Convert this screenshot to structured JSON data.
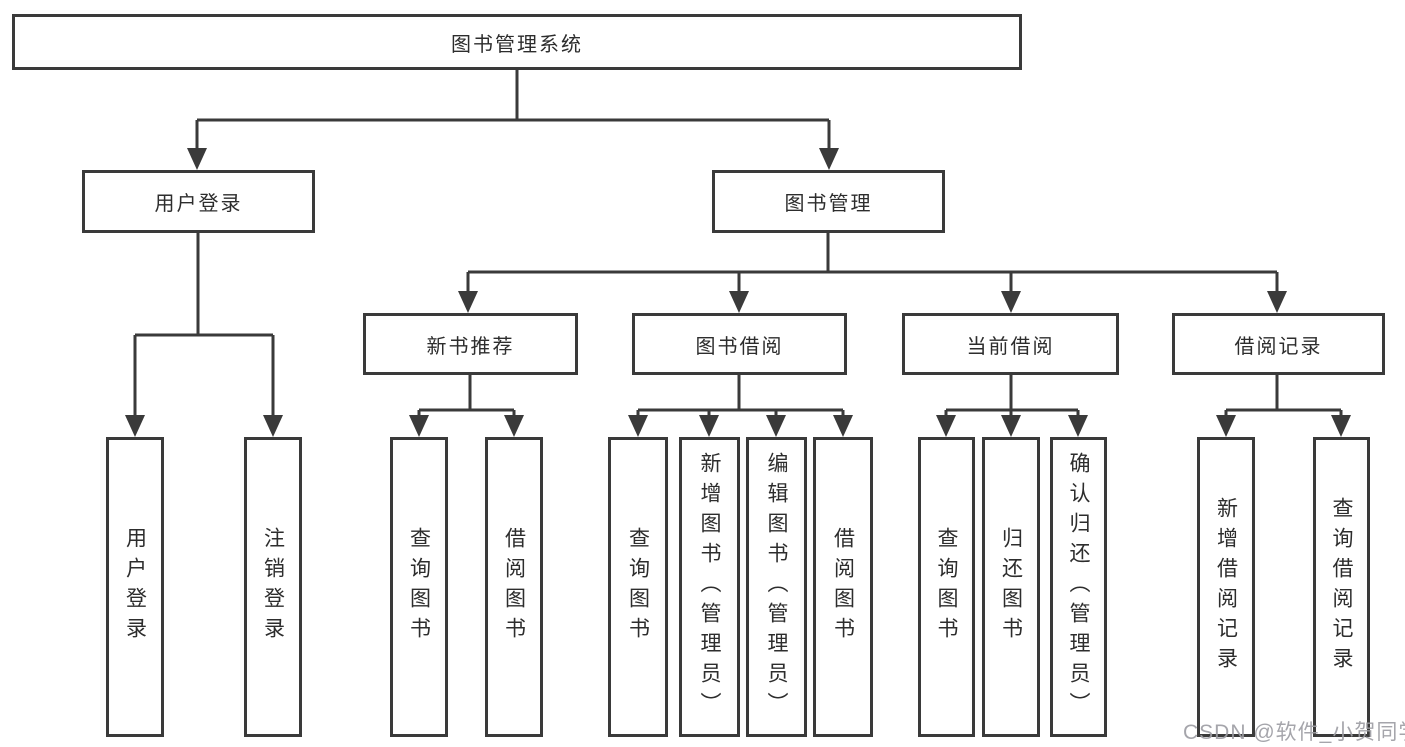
{
  "diagram": {
    "title": "图书管理系统",
    "branches": [
      {
        "label": "用户登录",
        "children": [
          {
            "label": "用户登录"
          },
          {
            "label": "注销登录"
          }
        ]
      },
      {
        "label": "图书管理",
        "children": [
          {
            "label": "新书推荐",
            "children": [
              {
                "label": "查询图书"
              },
              {
                "label": "借阅图书"
              }
            ]
          },
          {
            "label": "图书借阅",
            "children": [
              {
                "label": "查询图书"
              },
              {
                "label": "新增图书（管理员）"
              },
              {
                "label": "编辑图书（管理员）"
              },
              {
                "label": "借阅图书"
              }
            ]
          },
          {
            "label": "当前借阅",
            "children": [
              {
                "label": "查询图书"
              },
              {
                "label": "归还图书"
              },
              {
                "label": "确认归还（管理员）"
              }
            ]
          },
          {
            "label": "借阅记录",
            "children": [
              {
                "label": "新增借阅记录"
              },
              {
                "label": "查询借阅记录"
              }
            ]
          }
        ]
      }
    ]
  },
  "watermark": {
    "text": "CSDN @软件_小贺同学"
  },
  "colors": {
    "line": "#3a3a3a",
    "text": "#2d2d2d",
    "watermark": "#9e9ea4"
  }
}
